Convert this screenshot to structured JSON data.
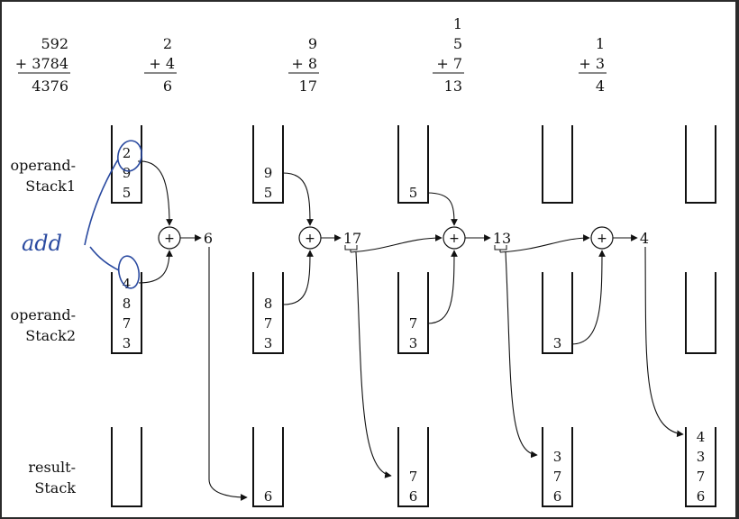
{
  "sums": [
    {
      "carry": "",
      "top": "592",
      "bottom": "+ 3784",
      "result": "4376"
    },
    {
      "carry": "",
      "top": "2",
      "bottom": "+ 4",
      "result": "6"
    },
    {
      "carry": "",
      "top": "9",
      "bottom": "+ 8",
      "result": "17"
    },
    {
      "carry": "1",
      "top": "5",
      "bottom": "+ 7",
      "result": "13"
    },
    {
      "carry": "",
      "top": "1",
      "bottom": "+ 3",
      "result": "4"
    }
  ],
  "labels": {
    "operand1": [
      "operand-",
      "Stack1"
    ],
    "operand2": [
      "operand-",
      "Stack2"
    ],
    "result": [
      "result-",
      "Stack"
    ]
  },
  "stacks": {
    "operand1": [
      [
        "2",
        "9",
        "5"
      ],
      [
        "9",
        "5"
      ],
      [
        "5"
      ],
      [],
      []
    ],
    "operand2": [
      [
        "4",
        "8",
        "7",
        "3"
      ],
      [
        "8",
        "7",
        "3"
      ],
      [
        "7",
        "3"
      ],
      [
        "3"
      ],
      []
    ],
    "result": [
      [],
      [
        "6"
      ],
      [
        "7",
        "6"
      ],
      [
        "3",
        "7",
        "6"
      ],
      [
        "4",
        "3",
        "7",
        "6"
      ]
    ]
  },
  "adders": [
    {
      "symbol": "+",
      "output": "6"
    },
    {
      "symbol": "+",
      "output": "17"
    },
    {
      "symbol": "+",
      "output": "13"
    },
    {
      "symbol": "+",
      "output": "4"
    }
  ],
  "annotation": {
    "text": "add",
    "color": "#2a4aa0"
  }
}
